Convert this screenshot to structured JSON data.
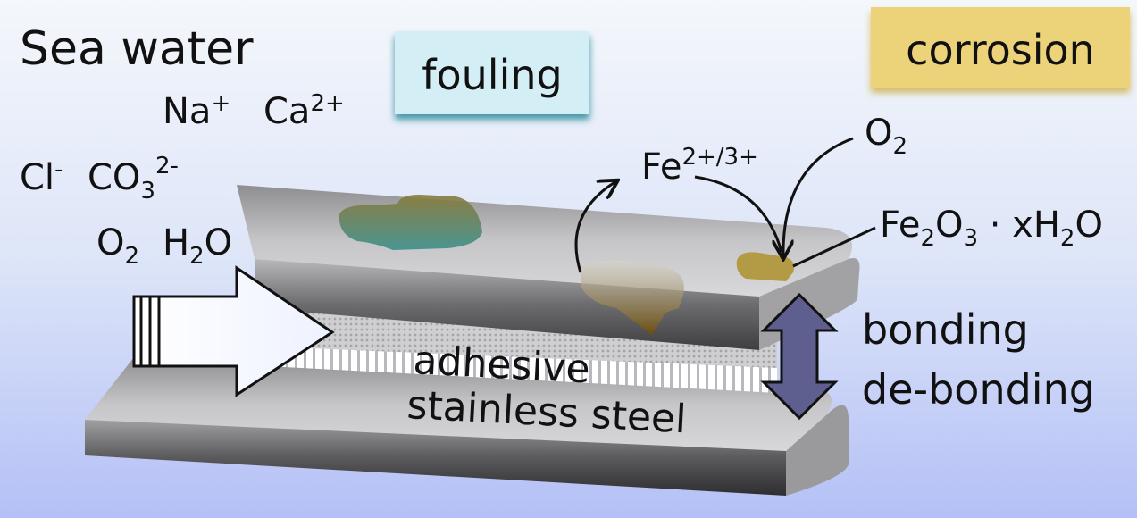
{
  "title": "Sea water",
  "ions": {
    "na": {
      "base": "Na",
      "sup": "+"
    },
    "ca": {
      "base": "Ca",
      "sup": "2+"
    },
    "cl": {
      "base": "Cl",
      "sup": "-"
    },
    "co3": {
      "base": "CO",
      "sub": "3",
      "sup": "2-"
    },
    "o2": {
      "base": "O",
      "sub": "2"
    },
    "h2o": {
      "base": "H",
      "sub": "2",
      "tail": "O"
    }
  },
  "fouling_label": "fouling",
  "corrosion_label": "corrosion",
  "fe_ion": {
    "base": "Fe",
    "sup": "2+/3+"
  },
  "o2_right": {
    "base": "O",
    "sub": "2"
  },
  "rust": {
    "p1": "Fe",
    "s1": "2",
    "p2": "O",
    "s2": "3",
    "p3": " · xH",
    "s3": "2",
    "p4": "O"
  },
  "adhesive_label": "adhesive",
  "steel_label": "stainless steel",
  "bonding_label": "bonding",
  "debonding_label": "de-bonding",
  "colors": {
    "fouling_box": "#d4eef5",
    "corrosion_box": "#ecd37a",
    "double_arrow": "#5f5f8f",
    "rust_spot": "#b39a45"
  }
}
